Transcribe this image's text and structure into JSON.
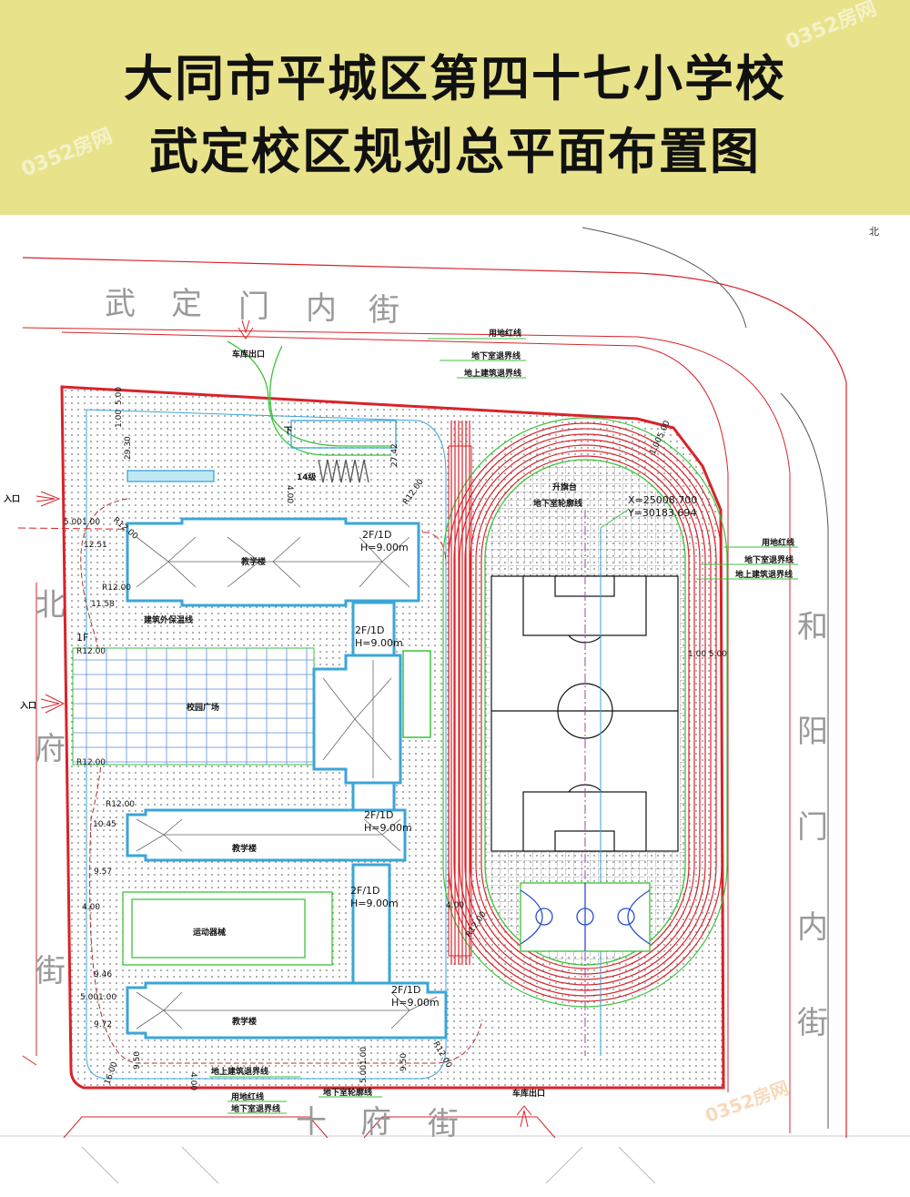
{
  "header": {
    "title_line1": "大同市平城区第四十七小学校",
    "title_line2": "武定校区规划总平面布置图",
    "background_color": "#e8e38b",
    "watermark": "0352房网"
  },
  "plan": {
    "north_mark": "北",
    "roads": {
      "top": [
        "武",
        "定",
        "门",
        "内",
        "街"
      ],
      "left": [
        "北",
        "府",
        "街"
      ],
      "right": [
        "和",
        "阳",
        "门",
        "内",
        "街"
      ],
      "bottom": [
        "十",
        "府",
        "街"
      ]
    },
    "entrances": {
      "top_exit": "车库出口",
      "bottom_exit": "车库出口",
      "left_entry_1": "入口",
      "left_entry_2": "入口"
    },
    "buildings": {
      "teaching": "教学楼",
      "floors": "2F/1D",
      "height": "H=9.00m",
      "one_floor": "1F",
      "plaza": "校园广场",
      "sports_area": "运动器械",
      "insulation_line": "建筑外保温线",
      "flag": "升旗台",
      "basement_outline": "地下室轮廓线",
      "ramp_count": "14级",
      "down": "下"
    },
    "boundary_labels": {
      "red_line": "用地红线",
      "basement_setback": "地下室退界线",
      "above_ground_setback": "地上建筑退界线"
    },
    "coordinates": {
      "x": "X=25008.700",
      "y": "Y=30183.694"
    },
    "dimensions": {
      "d_500": "5.00",
      "d_100": "1.00",
      "d_2930": "29.30",
      "d_2742": "27.42",
      "d_400": "4.00",
      "d_500_100": "5.001.00",
      "d_1251": "12.51",
      "d_r12": "R12.00",
      "d_1158": "11.58",
      "d_1045": "10.45",
      "d_957": "9.57",
      "d_946": "9.46",
      "d_972": "9.72",
      "d_950": "9.50",
      "d_1600": "16.00",
      "d_track_1": "1.005.00",
      "d_track_2": "1.00 5.00"
    },
    "colors": {
      "red_line": "#d8232a",
      "green_line": "#3cc23c",
      "blue_line": "#3aa6d8",
      "purple_line": "#9b3fb0",
      "track": "#d8232a"
    }
  }
}
